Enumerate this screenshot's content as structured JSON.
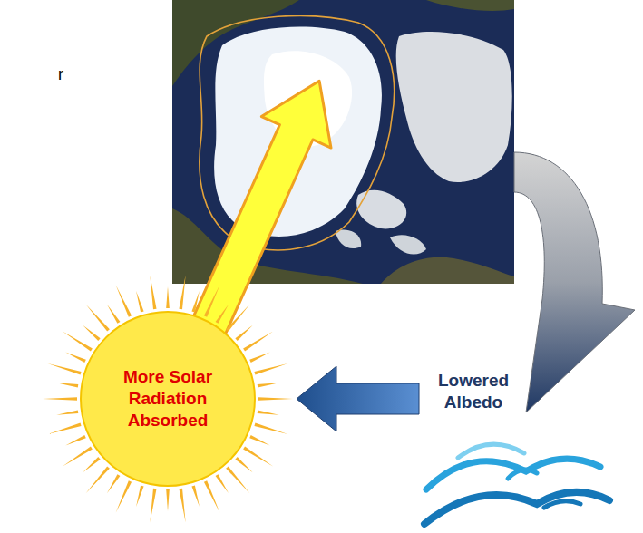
{
  "diagram": {
    "nodes": [
      {
        "text": [
          "More Solar Radiation Absorbed"
        ]
      },
      {
        "text": [
          "Lowered Albedo"
        ]
      }
    ],
    "edges": [
      {
        "from": 1,
        "to": 0,
        "arrow": "to"
      }
    ],
    "labels": [
      "r"
    ]
  }
}
